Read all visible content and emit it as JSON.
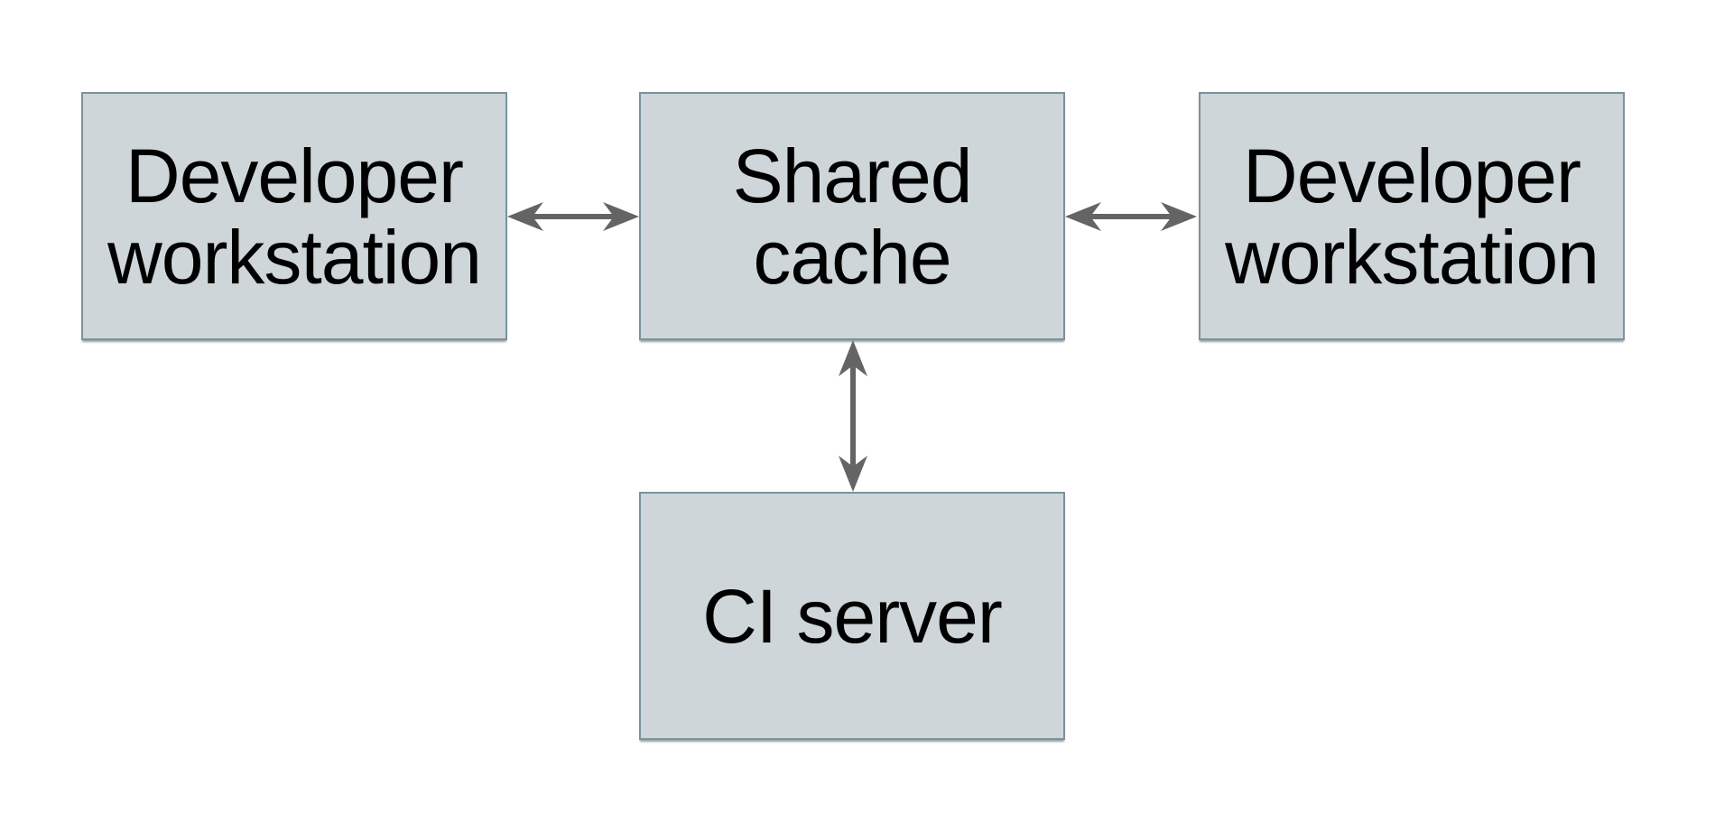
{
  "theme": {
    "bg": "#ffffff",
    "box-fill": "#ced6d9",
    "box-border": "#7b929e",
    "arrow": "#646464",
    "text": "#000000"
  },
  "diagram": {
    "type": "architecture-diagram",
    "background": "#ffffff",
    "nodes": [
      {
        "id": "developer-workstation-left",
        "label": "Developer workstation",
        "lines": [
          "Developer",
          "workstation"
        ]
      },
      {
        "id": "shared-cache",
        "label": "Shared cache",
        "lines": [
          "Shared",
          "cache"
        ]
      },
      {
        "id": "developer-workstation-right",
        "label": "Developer workstation",
        "lines": [
          "Developer",
          "workstation"
        ]
      },
      {
        "id": "ci-server",
        "label": "CI server",
        "lines": [
          "CI server"
        ]
      }
    ],
    "edges": [
      {
        "from": "developer-workstation-left",
        "to": "shared-cache",
        "direction": "bidirectional",
        "style": "double-headed-arrow"
      },
      {
        "from": "shared-cache",
        "to": "developer-workstation-right",
        "direction": "bidirectional",
        "style": "double-headed-arrow"
      },
      {
        "from": "shared-cache",
        "to": "ci-server",
        "direction": "bidirectional",
        "style": "double-headed-arrow"
      }
    ]
  }
}
